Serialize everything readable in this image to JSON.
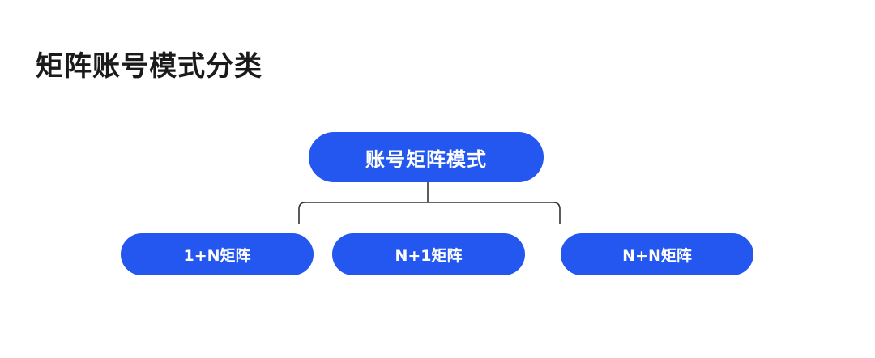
{
  "title": "矩阵账号模式分类",
  "colors": {
    "node_fill": "#2456f0",
    "connector": "#333333",
    "title_text": "#1a1a1a"
  },
  "diagram": {
    "root": {
      "label": "账号矩阵模式"
    },
    "children": [
      {
        "label": "1+N矩阵"
      },
      {
        "label": "N+1矩阵"
      },
      {
        "label": "N+N矩阵"
      }
    ]
  }
}
